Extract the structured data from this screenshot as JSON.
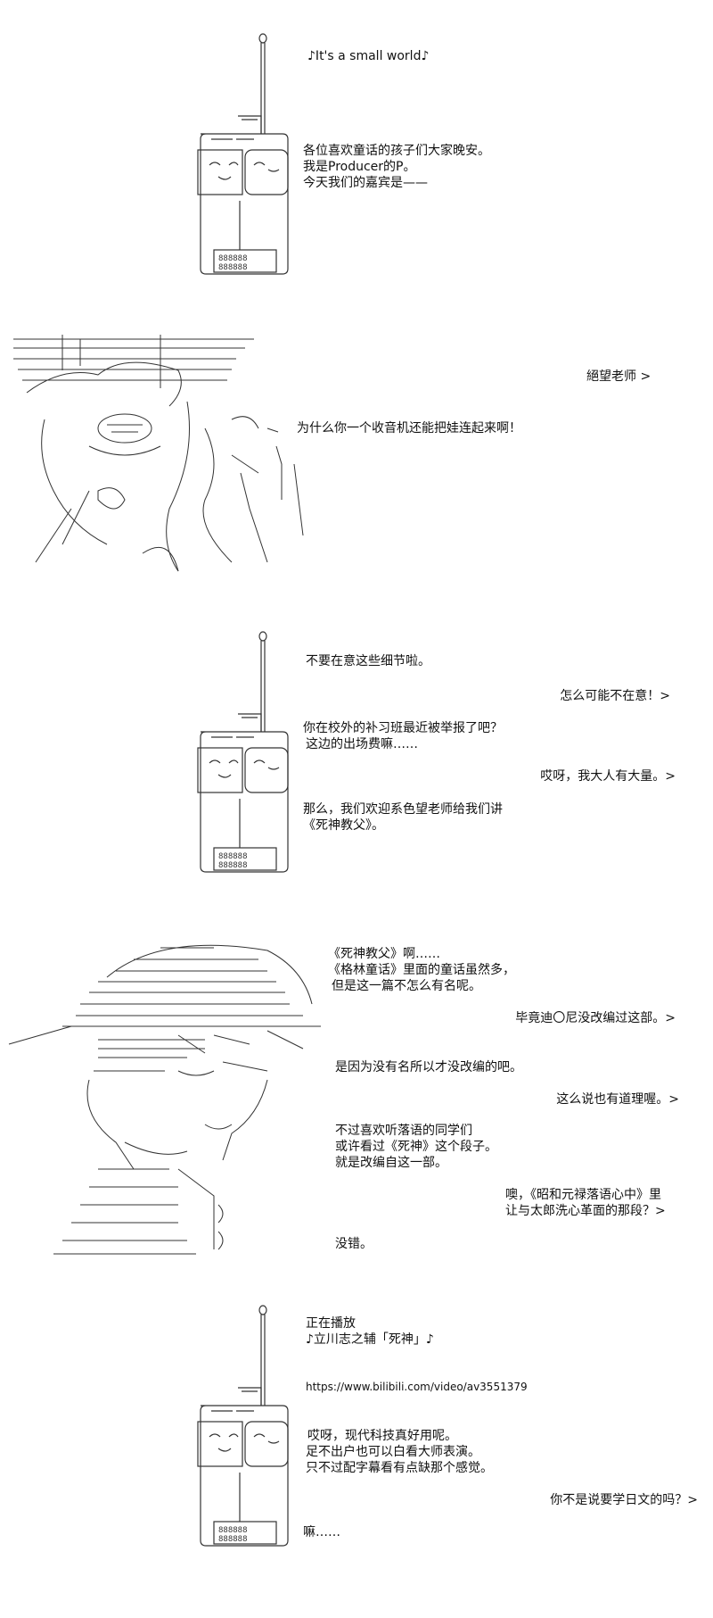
{
  "scene1": {
    "music": "♪It's a small world♪",
    "lines": [
      "各位喜欢童话的孩子们大家晚安。",
      "我是Producer的P。",
      "今天我们的嘉宾是——"
    ]
  },
  "scene2": {
    "caption": "絕望老师 >",
    "line": "为什么你一个收音机还能把娃连起来啊！"
  },
  "scene3": {
    "line1": "不要在意这些细节啦。",
    "reply1": "怎么可能不在意！>",
    "line2a": "你在校外的补习班最近被举报了吧？",
    "line2b": "这边的出场费嘛……",
    "reply2": "哎呀，我大人有大量。>",
    "line3a": "那么，我们欢迎系色望老师给我们讲",
    "line3b": "《死神教父》。"
  },
  "scene4": {
    "line1a": "《死神教父》啊……",
    "line1b": "《格林童话》里面的童话虽然多，",
    "line1c": "但是这一篇不怎么有名呢。",
    "reply1": "毕竟迪〇尼没改编过这部。>",
    "line2": "是因为没有名所以才没改编的吧。",
    "reply2": "这么说也有道理喔。>",
    "line3a": "不过喜欢听落语的同学们",
    "line3b": "或许看过《死神》这个段子。",
    "line3c": "就是改编自这一部。",
    "reply3a": "噢，《昭和元禄落语心中》里",
    "reply3b": "让与太郎洗心革面的那段？>",
    "line4": "没错。"
  },
  "scene5": {
    "line1a": "正在播放",
    "line1b": "♪立川志之辅「死神」♪",
    "url": "https://www.bilibili.com/video/av3551379",
    "line2a": "哎呀，现代科技真好用呢。",
    "line2b": "足不出户也可以白看大师表演。",
    "line2c": "只不过配字幕看有点缺那个感觉。",
    "reply": "你不是说要学日文的吗？>",
    "line3": "嘛……"
  }
}
